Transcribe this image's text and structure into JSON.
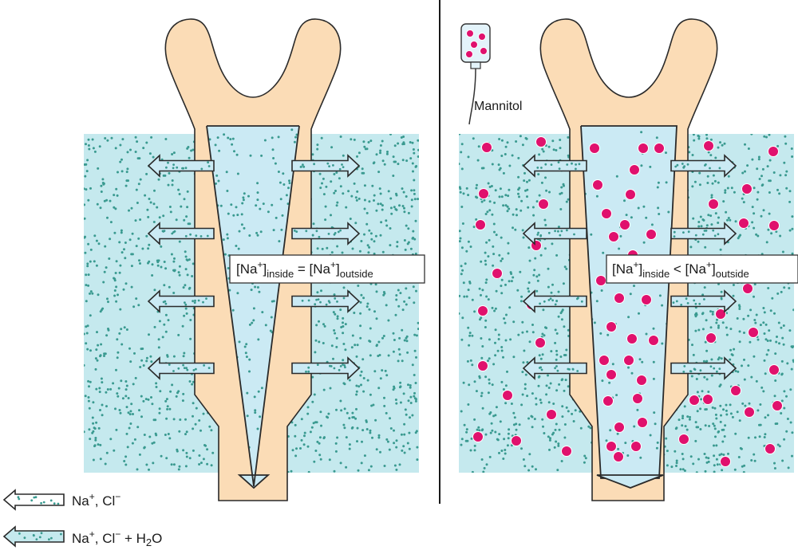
{
  "colors": {
    "tissue": "#c5e9ee",
    "dots": "#3a9a90",
    "lumen": "#cbeaf4",
    "tubule_wall": "#fbdcb6",
    "outline": "#2a2a2a",
    "mannitol": "#e0116d",
    "divider": "#1a1a1a"
  },
  "left_panel": {
    "label": {
      "open": "[Na",
      "sup1": "+",
      "mid1": "]",
      "sub1": "inside",
      "op": " = [Na",
      "sup2": "+",
      "mid2": "]",
      "sub2": "outside"
    }
  },
  "right_panel": {
    "mannitol_label": "Mannitol",
    "label": {
      "open": "[Na",
      "sup1": "+",
      "mid1": "]",
      "sub1": "inside",
      "op": " < [Na",
      "sup2": "+",
      "mid2": "]",
      "sub2": "outside"
    }
  },
  "legend": [
    {
      "name": "legend-na-cl",
      "p1": "Na",
      "s1": "+",
      "p2": ", Cl",
      "s2": "−",
      "p3": ""
    },
    {
      "name": "legend-na-cl-water",
      "p1": "Na",
      "s1": "+",
      "p2": ", Cl",
      "s2": "−",
      "p3": " + H",
      "sub": "2",
      "p4": "O"
    }
  ],
  "icons": [
    "infusion-bottle-icon",
    "efflux-arrow-icon",
    "flow-arrow-icon"
  ]
}
